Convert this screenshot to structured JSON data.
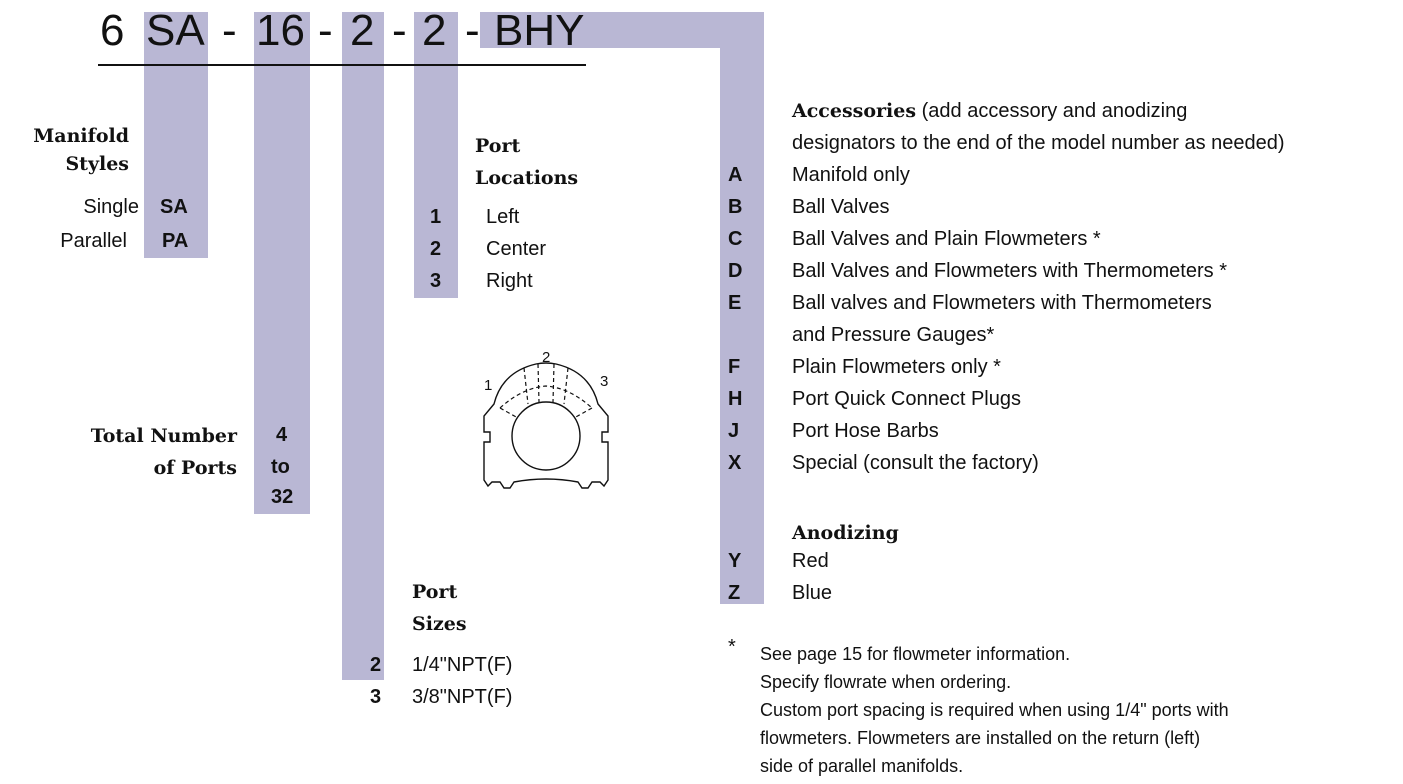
{
  "model_number": {
    "lead": "6",
    "style": "SA",
    "dash1": "-",
    "ports": "16",
    "dash2": "-",
    "size": "2",
    "dash3": "-",
    "location": "2",
    "dash4": "-",
    "accessories": "BHY"
  },
  "manifold_styles": {
    "heading_line1": "Manifold",
    "heading_line2": "Styles",
    "options": [
      {
        "label": "Single",
        "code": "SA"
      },
      {
        "label": "Parallel",
        "code": "PA"
      }
    ]
  },
  "total_ports": {
    "heading_line1": "Total Number",
    "heading_line2": "of Ports",
    "range": [
      "4",
      "to",
      "32"
    ]
  },
  "port_locations": {
    "heading_line1": "Port",
    "heading_line2": "Locations",
    "options": [
      {
        "code": "1",
        "label": "Left"
      },
      {
        "code": "2",
        "label": "Center"
      },
      {
        "code": "3",
        "label": "Right"
      }
    ],
    "diagram_labels": [
      "1",
      "2",
      "3"
    ]
  },
  "port_sizes": {
    "heading_line1": "Port",
    "heading_line2": "Sizes",
    "options": [
      {
        "code": "2",
        "label": "1/4\"NPT(F)"
      },
      {
        "code": "3",
        "label": "3/8\"NPT(F)"
      }
    ]
  },
  "accessories": {
    "heading": "Accessories",
    "note_line1": " (add accessory and anodizing",
    "note_line2": "designators to the end of the model number as needed)",
    "options": [
      {
        "code": "A",
        "lines": [
          "Manifold only"
        ]
      },
      {
        "code": "B",
        "lines": [
          "Ball Valves"
        ]
      },
      {
        "code": "C",
        "lines": [
          "Ball Valves and Plain Flowmeters *"
        ]
      },
      {
        "code": "D",
        "lines": [
          "Ball Valves and Flowmeters with Thermometers *"
        ]
      },
      {
        "code": "E",
        "lines": [
          "Ball valves and Flowmeters with Thermometers",
          "and Pressure Gauges*"
        ]
      },
      {
        "code": "F",
        "lines": [
          "Plain Flowmeters only *"
        ]
      },
      {
        "code": "H",
        "lines": [
          "Port Quick Connect Plugs"
        ]
      },
      {
        "code": "J",
        "lines": [
          "Port Hose Barbs"
        ]
      },
      {
        "code": "X",
        "lines": [
          "Special (consult the factory)"
        ]
      }
    ]
  },
  "anodizing": {
    "heading": "Anodizing",
    "options": [
      {
        "code": "Y",
        "label": "Red"
      },
      {
        "code": "Z",
        "label": "Blue"
      }
    ]
  },
  "footnote": {
    "marker": "*",
    "lines": [
      "See page 15 for flowmeter information.",
      "Specify flowrate when ordering.",
      "Custom port spacing is required when using 1/4\" ports with",
      "flowmeters. Flowmeters are installed on the return (left)",
      "side of parallel manifolds."
    ]
  },
  "colors": {
    "highlight": "#b9b7d4",
    "text": "#111111"
  }
}
